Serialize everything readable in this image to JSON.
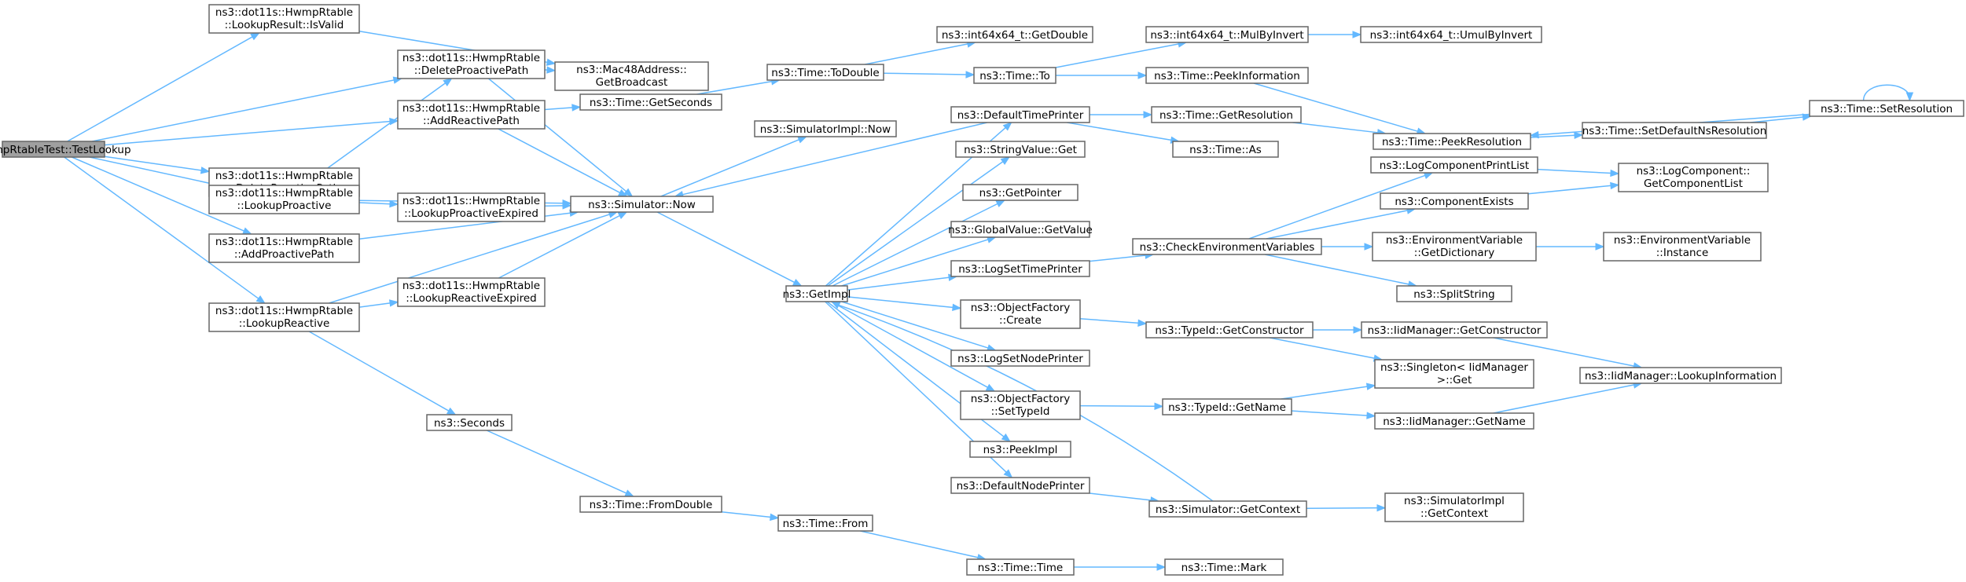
{
  "graph": {
    "nodes": [
      {
        "id": "root",
        "lines": [
          "HwmpRtableTest::TestLookup"
        ],
        "root": true
      },
      {
        "id": "isvalid",
        "lines": [
          "ns3::dot11s::HwmpRtable",
          "::LookupResult::IsValid"
        ]
      },
      {
        "id": "delpro",
        "lines": [
          "ns3::dot11s::HwmpRtable",
          "::DeleteProactivePath"
        ]
      },
      {
        "id": "addreact",
        "lines": [
          "ns3::dot11s::HwmpRtable",
          "::AddReactivePath"
        ]
      },
      {
        "id": "delreact",
        "lines": [
          "ns3::dot11s::HwmpRtable",
          "::DeleteReactivePath"
        ]
      },
      {
        "id": "lookpro",
        "lines": [
          "ns3::dot11s::HwmpRtable",
          "::LookupProactive"
        ]
      },
      {
        "id": "addpro",
        "lines": [
          "ns3::dot11s::HwmpRtable",
          "::AddProactivePath"
        ]
      },
      {
        "id": "lookreact",
        "lines": [
          "ns3::dot11s::HwmpRtable",
          "::LookupReactive"
        ]
      },
      {
        "id": "lookproexp",
        "lines": [
          "ns3::dot11s::HwmpRtable",
          "::LookupProactiveExpired"
        ]
      },
      {
        "id": "lookreactexp",
        "lines": [
          "ns3::dot11s::HwmpRtable",
          "::LookupReactiveExpired"
        ]
      },
      {
        "id": "mac48",
        "lines": [
          "ns3::Mac48Address::",
          "GetBroadcast"
        ]
      },
      {
        "id": "getseconds",
        "lines": [
          "ns3::Time::GetSeconds"
        ]
      },
      {
        "id": "simnow",
        "lines": [
          "ns3::Simulator::Now"
        ]
      },
      {
        "id": "seconds",
        "lines": [
          "ns3::Seconds"
        ]
      },
      {
        "id": "fromdouble",
        "lines": [
          "ns3::Time::FromDouble"
        ]
      },
      {
        "id": "todouble",
        "lines": [
          "ns3::Time::ToDouble"
        ]
      },
      {
        "id": "simimplnow",
        "lines": [
          "ns3::SimulatorImpl::Now"
        ]
      },
      {
        "id": "getimpl",
        "lines": [
          "ns3::GetImpl"
        ]
      },
      {
        "id": "from",
        "lines": [
          "ns3::Time::From"
        ]
      },
      {
        "id": "int64getdouble",
        "lines": [
          "ns3::int64x64_t::GetDouble"
        ]
      },
      {
        "id": "timeto",
        "lines": [
          "ns3::Time::To"
        ]
      },
      {
        "id": "deftimeprinter",
        "lines": [
          "ns3::DefaultTimePrinter"
        ]
      },
      {
        "id": "strvalget",
        "lines": [
          "ns3::StringValue::Get"
        ]
      },
      {
        "id": "getpointer",
        "lines": [
          "ns3::GetPointer"
        ]
      },
      {
        "id": "globalget",
        "lines": [
          "ns3::GlobalValue::GetValue"
        ]
      },
      {
        "id": "logsettime",
        "lines": [
          "ns3::LogSetTimePrinter"
        ]
      },
      {
        "id": "objfcreate",
        "lines": [
          "ns3::ObjectFactory",
          "::Create"
        ]
      },
      {
        "id": "logsetnode",
        "lines": [
          "ns3::LogSetNodePrinter"
        ]
      },
      {
        "id": "objfsettype",
        "lines": [
          "ns3::ObjectFactory",
          "::SetTypeId"
        ]
      },
      {
        "id": "peekimpl",
        "lines": [
          "ns3::PeekImpl"
        ]
      },
      {
        "id": "defnodeprinter",
        "lines": [
          "ns3::DefaultNodePrinter"
        ]
      },
      {
        "id": "timetime",
        "lines": [
          "ns3::Time::Time"
        ]
      },
      {
        "id": "mulbyinvert",
        "lines": [
          "ns3::int64x64_t::MulByInvert"
        ]
      },
      {
        "id": "peekinfo",
        "lines": [
          "ns3::Time::PeekInformation"
        ]
      },
      {
        "id": "getres",
        "lines": [
          "ns3::Time::GetResolution"
        ]
      },
      {
        "id": "timeas",
        "lines": [
          "ns3::Time::As"
        ]
      },
      {
        "id": "checkenv",
        "lines": [
          "ns3::CheckEnvironmentVariables"
        ]
      },
      {
        "id": "getctor",
        "lines": [
          "ns3::TypeId::GetConstructor"
        ]
      },
      {
        "id": "typeidgetname",
        "lines": [
          "ns3::TypeId::GetName"
        ]
      },
      {
        "id": "simgetctx",
        "lines": [
          "ns3::Simulator::GetContext"
        ]
      },
      {
        "id": "timemark",
        "lines": [
          "ns3::Time::Mark"
        ]
      },
      {
        "id": "umulbyinvert",
        "lines": [
          "ns3::int64x64_t::UmulByInvert"
        ]
      },
      {
        "id": "peekres",
        "lines": [
          "ns3::Time::PeekResolution"
        ]
      },
      {
        "id": "logcompprint",
        "lines": [
          "ns3::LogComponentPrintList"
        ]
      },
      {
        "id": "compexists",
        "lines": [
          "ns3::ComponentExists"
        ]
      },
      {
        "id": "envgetdict",
        "lines": [
          "ns3::EnvironmentVariable",
          "::GetDictionary"
        ]
      },
      {
        "id": "splitstring",
        "lines": [
          "ns3::SplitString"
        ]
      },
      {
        "id": "iidgetctor",
        "lines": [
          "ns3::IidManager::GetConstructor"
        ]
      },
      {
        "id": "singletonget",
        "lines": [
          "ns3::Singleton< IidManager",
          ">::Get"
        ]
      },
      {
        "id": "iidgetname",
        "lines": [
          "ns3::IidManager::GetName"
        ]
      },
      {
        "id": "simimplgetctx",
        "lines": [
          "ns3::SimulatorImpl",
          "::GetContext"
        ]
      },
      {
        "id": "setdefaultns",
        "lines": [
          "ns3::Time::SetDefaultNsResolution"
        ]
      },
      {
        "id": "logcompgetlist",
        "lines": [
          "ns3::LogComponent::",
          "GetComponentList"
        ]
      },
      {
        "id": "envinstance",
        "lines": [
          "ns3::EnvironmentVariable",
          "::Instance"
        ]
      },
      {
        "id": "iidlookupinfo",
        "lines": [
          "ns3::IidManager::LookupInformation"
        ]
      },
      {
        "id": "setres",
        "lines": [
          "ns3::Time::SetResolution"
        ]
      }
    ],
    "edges": [
      [
        "root",
        "isvalid"
      ],
      [
        "root",
        "delpro"
      ],
      [
        "root",
        "addreact"
      ],
      [
        "root",
        "delreact"
      ],
      [
        "root",
        "lookpro"
      ],
      [
        "root",
        "addpro"
      ],
      [
        "root",
        "lookreact"
      ],
      [
        "isvalid",
        "mac48"
      ],
      [
        "delpro",
        "mac48"
      ],
      [
        "delpro",
        "simnow"
      ],
      [
        "addreact",
        "getseconds"
      ],
      [
        "addreact",
        "simnow"
      ],
      [
        "lookpro",
        "delpro"
      ],
      [
        "lookpro",
        "simnow"
      ],
      [
        "lookpro",
        "lookproexp"
      ],
      [
        "addpro",
        "simnow"
      ],
      [
        "lookreact",
        "lookreactexp"
      ],
      [
        "lookreact",
        "simnow"
      ],
      [
        "lookreact",
        "seconds"
      ],
      [
        "lookproexp",
        "simnow"
      ],
      [
        "lookreactexp",
        "simnow"
      ],
      [
        "getseconds",
        "todouble"
      ],
      [
        "simnow",
        "simimplnow"
      ],
      [
        "simnow",
        "getimpl"
      ],
      [
        "seconds",
        "fromdouble"
      ],
      [
        "fromdouble",
        "from"
      ],
      [
        "from",
        "timetime"
      ],
      [
        "todouble",
        "int64getdouble"
      ],
      [
        "todouble",
        "timeto"
      ],
      [
        "timeto",
        "mulbyinvert"
      ],
      [
        "timeto",
        "peekinfo"
      ],
      [
        "mulbyinvert",
        "umulbyinvert"
      ],
      [
        "peekinfo",
        "peekres"
      ],
      [
        "getimpl",
        "deftimeprinter"
      ],
      [
        "getimpl",
        "strvalget"
      ],
      [
        "getimpl",
        "getpointer"
      ],
      [
        "getimpl",
        "globalget"
      ],
      [
        "getimpl",
        "logsettime"
      ],
      [
        "getimpl",
        "objfcreate"
      ],
      [
        "getimpl",
        "logsetnode"
      ],
      [
        "getimpl",
        "objfsettype"
      ],
      [
        "getimpl",
        "peekimpl"
      ],
      [
        "getimpl",
        "defnodeprinter"
      ],
      [
        "deftimeprinter",
        "simnow"
      ],
      [
        "deftimeprinter",
        "getres"
      ],
      [
        "deftimeprinter",
        "timeas"
      ],
      [
        "getres",
        "peekres"
      ],
      [
        "peekres",
        "setdefaultns"
      ],
      [
        "setdefaultns",
        "setres"
      ],
      [
        "setres",
        "peekres"
      ],
      [
        "setres",
        "setres"
      ],
      [
        "logsettime",
        "checkenv"
      ],
      [
        "checkenv",
        "logcompprint"
      ],
      [
        "checkenv",
        "compexists"
      ],
      [
        "checkenv",
        "envgetdict"
      ],
      [
        "checkenv",
        "splitstring"
      ],
      [
        "logcompprint",
        "logcompgetlist"
      ],
      [
        "compexists",
        "logcompgetlist"
      ],
      [
        "envgetdict",
        "envinstance"
      ],
      [
        "objfcreate",
        "getctor"
      ],
      [
        "getctor",
        "iidgetctor"
      ],
      [
        "getctor",
        "singletonget"
      ],
      [
        "iidgetctor",
        "iidlookupinfo"
      ],
      [
        "objfsettype",
        "typeidgetname"
      ],
      [
        "typeidgetname",
        "singletonget"
      ],
      [
        "typeidgetname",
        "iidgetname"
      ],
      [
        "iidgetname",
        "iidlookupinfo"
      ],
      [
        "defnodeprinter",
        "simgetctx"
      ],
      [
        "simgetctx",
        "getimpl"
      ],
      [
        "simgetctx",
        "simimplgetctx"
      ],
      [
        "timetime",
        "timemark"
      ]
    ]
  }
}
